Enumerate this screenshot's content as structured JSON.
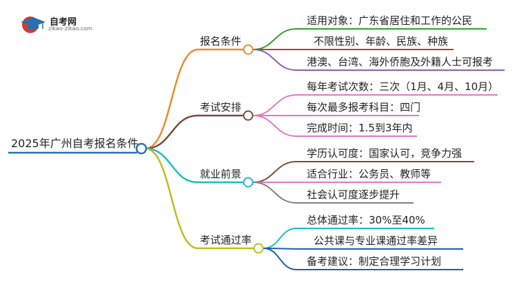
{
  "logo": {
    "title": "自考网",
    "subtitle": "zikao-zikao.com"
  },
  "root": {
    "label": "2025年广州自考报名条件",
    "color": "#2a6fb0"
  },
  "branches": [
    {
      "label": "报名条件",
      "color": "#f0882d",
      "children": [
        {
          "label": "适用对象：广东省居住和工作的公民",
          "color": "#2ca02c"
        },
        {
          "label": "不限性别、年龄、民族、种族",
          "color": "#c0392b"
        },
        {
          "label": "港澳、台湾、海外侨胞及外籍人士可报考",
          "color": "#8e5bb5"
        }
      ]
    },
    {
      "label": "考试安排",
      "color": "#7a4a3a",
      "children": [
        {
          "label": "每年考试次数：三次（1月、4月、10月）",
          "color": "#e377c2"
        },
        {
          "label": "每次最多报考科目：四门",
          "color": "#e377c2"
        },
        {
          "label": "完成时间：1.5到3年内",
          "color": "#e377c2"
        }
      ]
    },
    {
      "label": "就业前景",
      "color": "#17becf",
      "children": [
        {
          "label": "学历认可度：国家认可，竞争力强",
          "color": "#7a4a3a"
        },
        {
          "label": "适合行业：公务员、教师等",
          "color": "#e377c2"
        },
        {
          "label": "社会认可度逐步提升",
          "color": "#7f7f7f"
        }
      ]
    },
    {
      "label": "考试通过率",
      "color": "#bcbd22",
      "children": [
        {
          "label": "总体通过率：30%至40%",
          "color": "#17becf"
        },
        {
          "label": "公共课与专业课通过率差异",
          "color": "#1f5fa0"
        },
        {
          "label": "备考建议：制定合理学习计划",
          "color": "#1f5fa0"
        }
      ]
    }
  ]
}
